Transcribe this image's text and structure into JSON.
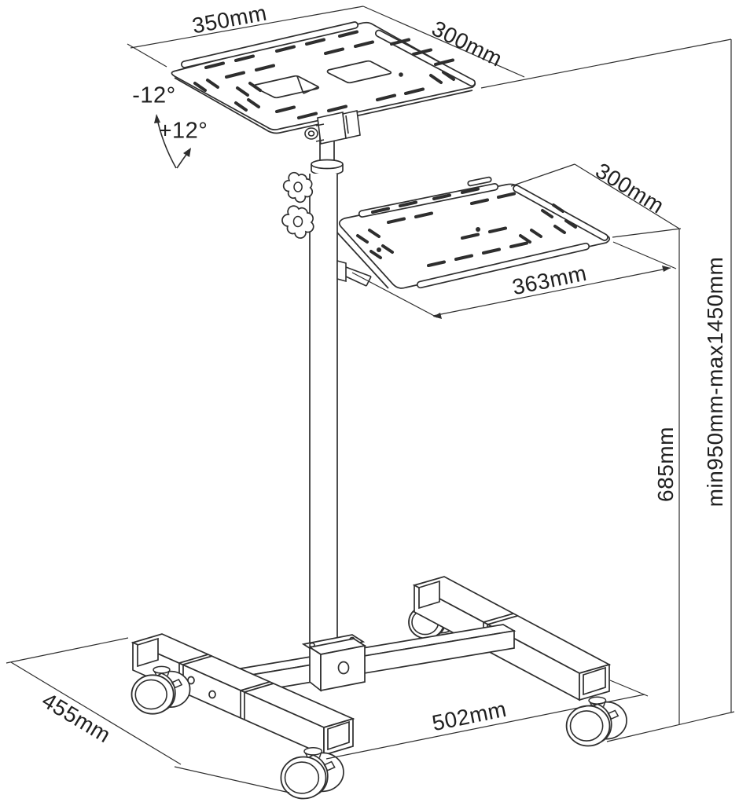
{
  "diagram": {
    "background_color": "#ffffff",
    "line_color": "#2e2e2e",
    "labels": {
      "top_platform_width": "350mm",
      "top_platform_depth": "300mm",
      "tilt_down": "-12°",
      "tilt_up": "+12°",
      "shelf_depth": "300mm",
      "shelf_width": "363mm",
      "column_height": "685mm",
      "height_range": "min950mm-max1450mm",
      "base_depth": "455mm",
      "base_width": "502mm"
    }
  }
}
